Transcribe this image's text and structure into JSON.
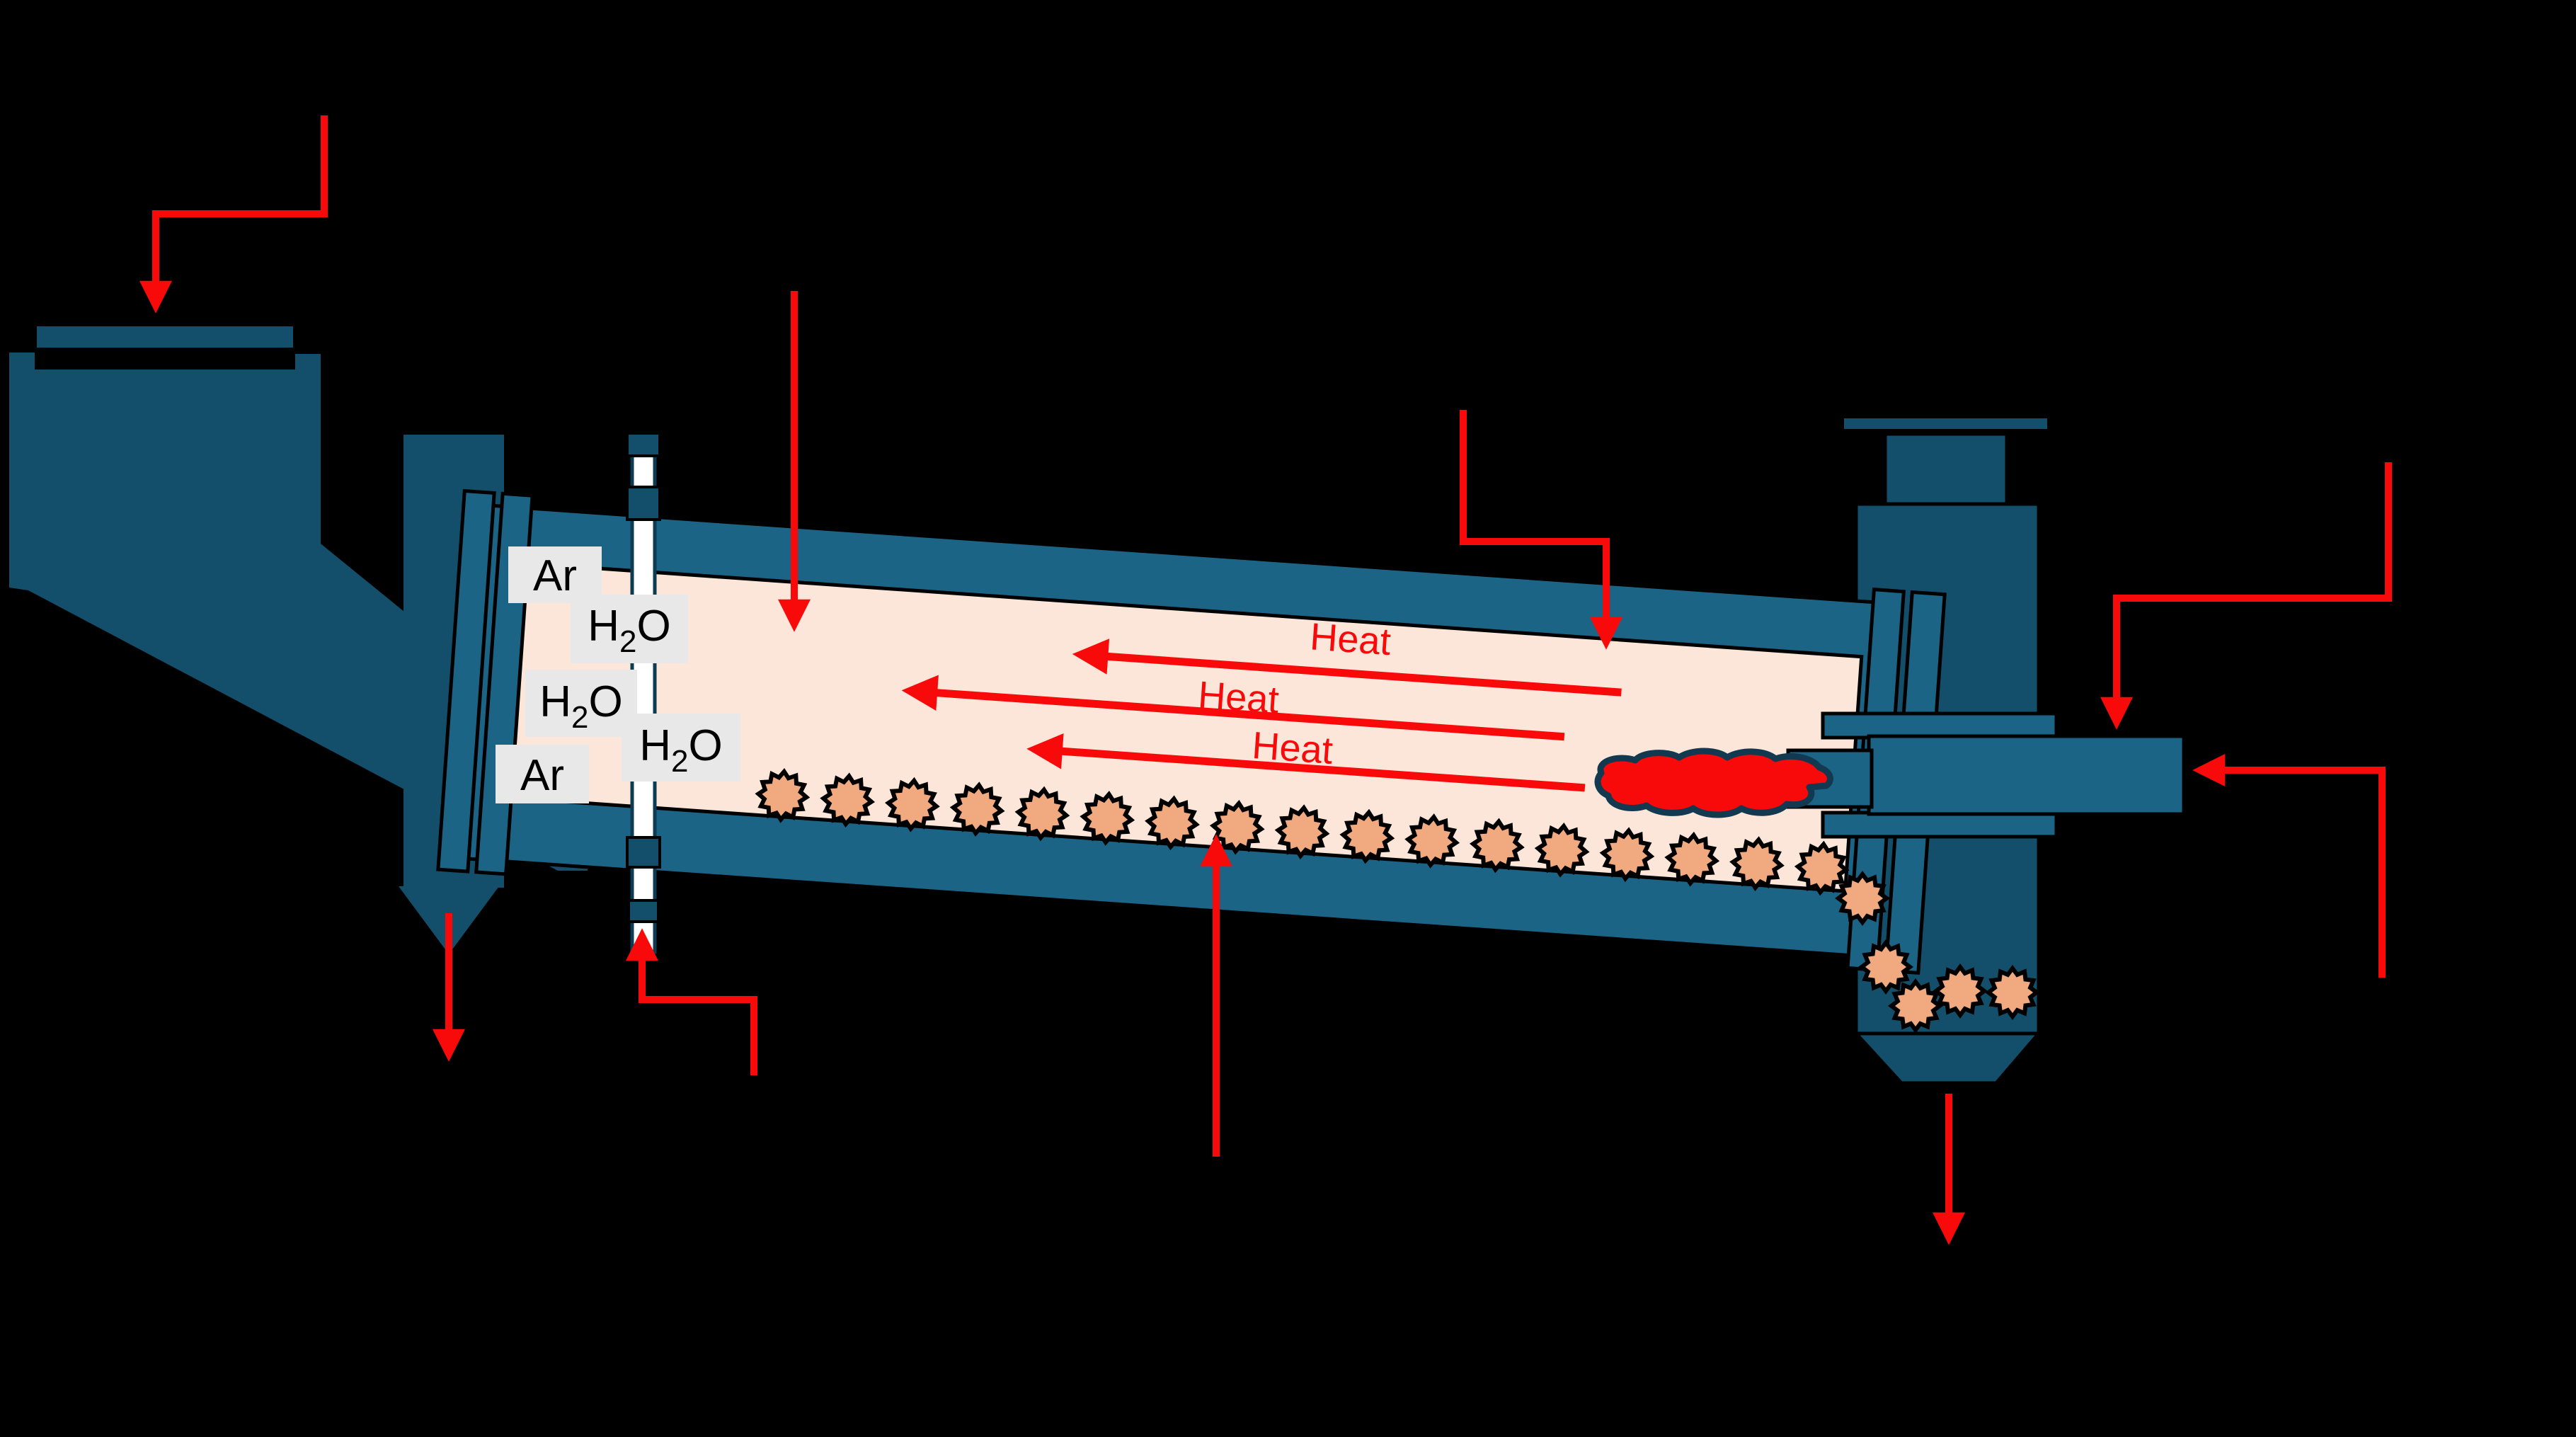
{
  "labels": {
    "ar": "Ar",
    "h2o": {
      "h": "H",
      "sub": "2",
      "o": "O"
    },
    "heat": [
      "Heat",
      "Heat",
      "Heat"
    ],
    "gas_port_sequence": [
      "Ar",
      "H2O",
      "H2O",
      "H2O",
      "Ar"
    ]
  },
  "counts": {
    "kiln_pellets": 17,
    "discharge_pellets": 5,
    "heat_arrows": 3,
    "callout_arrows": 9
  },
  "colors": {
    "background": "#000000",
    "vessel": "#1B6486",
    "vessel_dark": "#134F6A",
    "interior": "#FCE6D9",
    "pellet": "#F1A97F",
    "red": "#F90A0A",
    "label_box": "#E8E8E8",
    "label_text": "#000000",
    "outline": "#000000",
    "flame_outline": "#12394F",
    "axis_white": "#FFFFFF",
    "axis_outline": "#0D3B52"
  }
}
